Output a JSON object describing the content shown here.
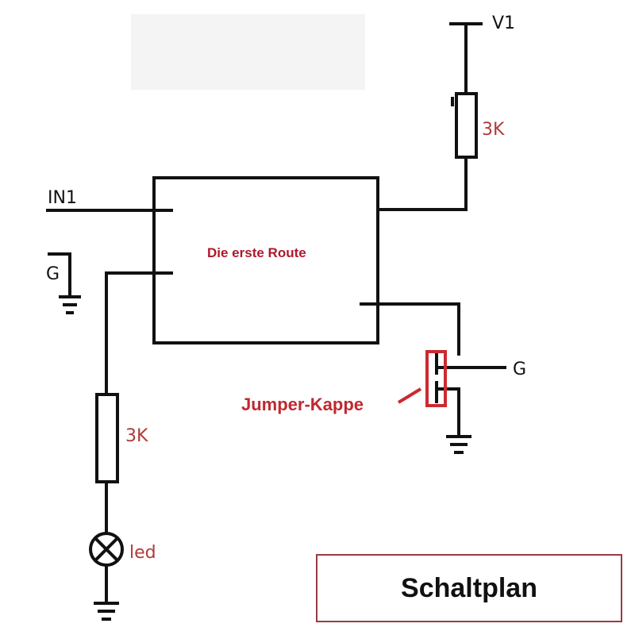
{
  "labels": {
    "v1": "V1",
    "r_top": "3K",
    "in1": "IN1",
    "gnd_left": "G",
    "route": "Die erste Route",
    "gnd_right": "G",
    "jumper": "Jumper-Kappe",
    "r_bottom": "3K",
    "led": "led"
  },
  "title": "Schaltplan",
  "colors": {
    "wire": "#111111",
    "label_red": "#b03a3a",
    "jumper_red": "#cc2a30",
    "title_border": "#9a3a44"
  }
}
